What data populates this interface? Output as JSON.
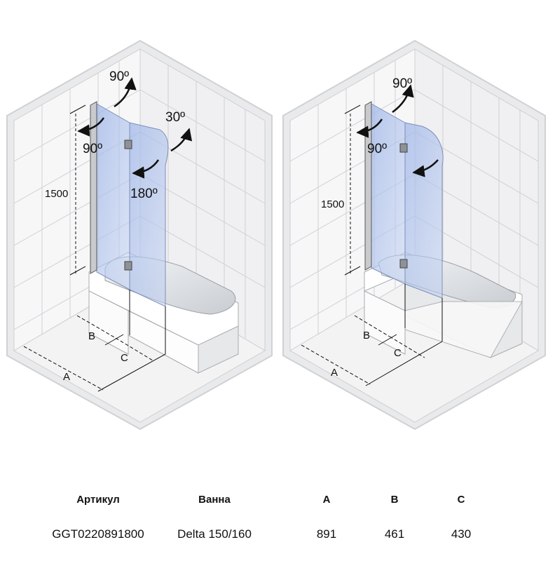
{
  "diagrams": [
    {
      "height_label": "1500",
      "angle_labels": [
        "90º",
        "90º",
        "30º",
        "180º"
      ],
      "dim_labels": [
        "A",
        "B",
        "C"
      ]
    },
    {
      "height_label": "1500",
      "angle_labels": [
        "90º",
        "90º"
      ],
      "dim_labels": [
        "A",
        "B",
        "C"
      ]
    }
  ],
  "table": {
    "headers": [
      "Артикул",
      "Ванна",
      "A",
      "B",
      "C"
    ],
    "row": [
      "GGT0220891800",
      "Delta 150/160",
      "891",
      "461",
      "430"
    ]
  }
}
